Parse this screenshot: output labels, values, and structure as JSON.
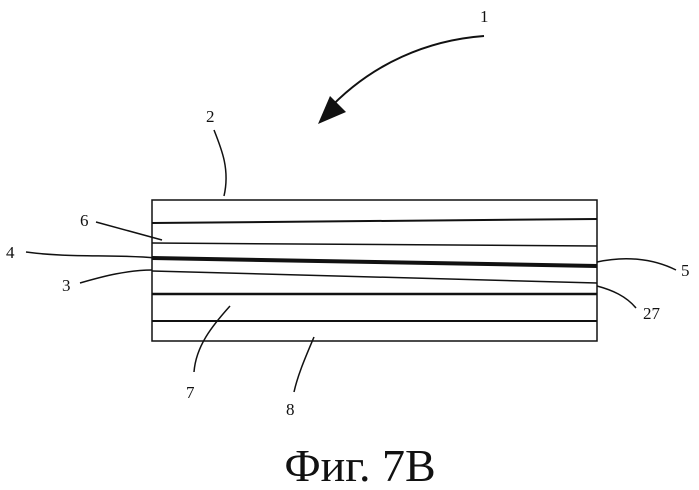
{
  "figure": {
    "caption": "Фиг. 7B",
    "assembly_ref": "1",
    "layer_refs": {
      "top_layer": "2",
      "layer_6": "6",
      "layer_4": "4",
      "layer_3": "3",
      "layer_5": "5",
      "layer_27": "27",
      "layer_7": "7",
      "bottom_layer": "8"
    },
    "colors": {
      "line": "#111111",
      "background": "#ffffff"
    }
  }
}
